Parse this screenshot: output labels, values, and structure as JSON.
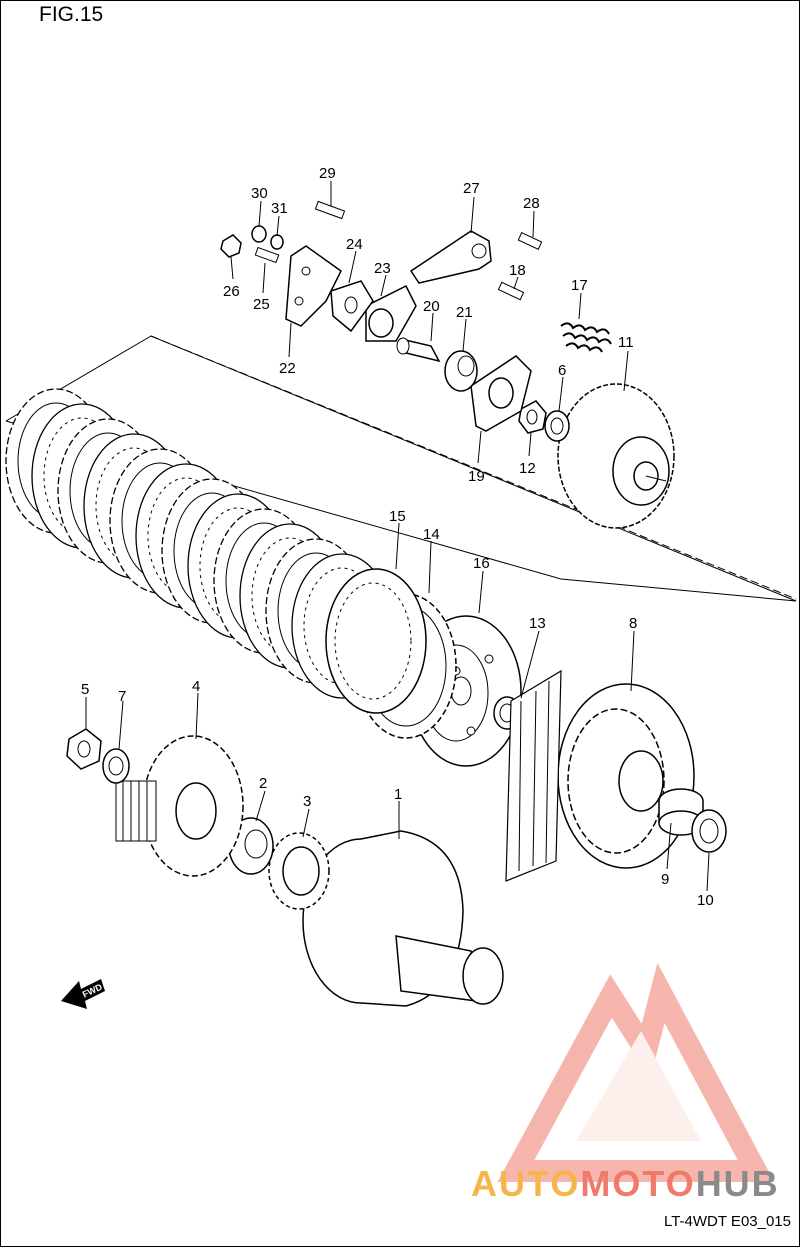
{
  "figure": {
    "title": "FIG.15",
    "drawing_code": "LT-4WDT E03_015"
  },
  "fwd_badge": {
    "label": "FWD"
  },
  "watermark": {
    "part1": "AUTO",
    "part2": "MOTO",
    "part3": "HUB",
    "color_main": "#f07a6a",
    "color_accent": "#f5b54a",
    "color_dark": "#8a8a8a"
  },
  "callouts": {
    "c1": "1",
    "c2": "2",
    "c3": "3",
    "c4": "4",
    "c5": "5",
    "c6": "6",
    "c7": "7",
    "c8": "8",
    "c9": "9",
    "c10": "10",
    "c11": "11",
    "c12": "12",
    "c13": "13",
    "c14": "14",
    "c15": "15",
    "c16": "16",
    "c17": "17",
    "c18": "18",
    "c19": "19",
    "c20": "20",
    "c21": "21",
    "c22": "22",
    "c23": "23",
    "c24": "24",
    "c25": "25",
    "c26": "26",
    "c27": "27",
    "c28": "28",
    "c29": "29",
    "c30": "30",
    "c31": "31"
  }
}
